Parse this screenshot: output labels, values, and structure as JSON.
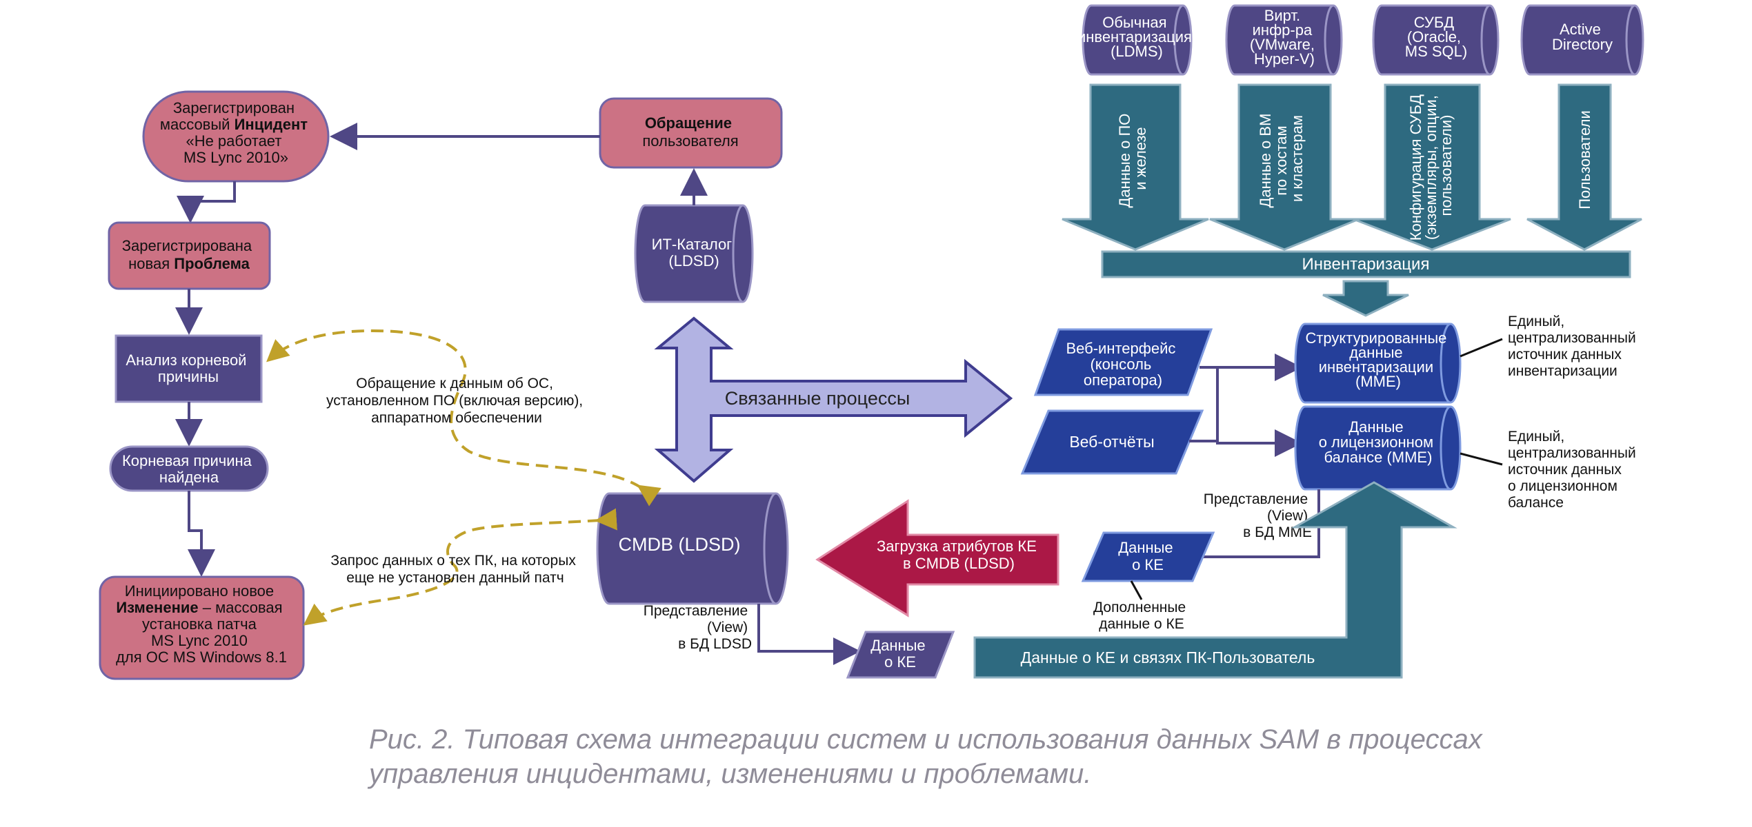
{
  "nodes": {
    "incident": [
      "Зарегистрирован",
      "массовый ",
      "Инцидент",
      "«Не работает",
      "MS Lync 2010»"
    ],
    "problem": [
      "Зарегистрирована",
      "новая ",
      "Проблема"
    ],
    "root_analysis": [
      "Анализ корневой",
      "причины"
    ],
    "root_found": [
      "Корневая причина",
      "найдена"
    ],
    "change": [
      "Инициировано новое",
      "Изменение",
      " – массовая",
      "установка патча",
      "MS Lync 2010",
      "для ОС MS Windows 8.1"
    ],
    "user_request": [
      "Обращение",
      "пользователя"
    ],
    "it_catalog": [
      "ИТ-Каталог",
      "(LDSD)"
    ],
    "cmdb": "CMDB (LDSD)",
    "related": "Связанные процессы",
    "web_ui": [
      "Веб-интерфейс",
      "(консоль",
      "оператора)"
    ],
    "web_reports": "Веб-отчёты",
    "struct_inv": [
      "Структурированные",
      "данные",
      "инвентаризации",
      "(MME)"
    ],
    "license": [
      "Данные",
      "о лицензионном",
      "балансе (MME)"
    ],
    "ke_load": [
      "Загрузка атрибутов КЕ",
      "в CMDB (LDSD)"
    ],
    "ke_right": [
      "Данные",
      "о КЕ"
    ],
    "ke_left": [
      "Данные",
      "о КЕ"
    ],
    "inventory_bar": "Инвентаризация",
    "ke_links_bar": "Данные о КЕ и связях ПК-Пользователь"
  },
  "sources": [
    {
      "lines": [
        "Обычная",
        "инвентаризация",
        "(LDMS)"
      ]
    },
    {
      "lines": [
        "Вирт.",
        "инфр-ра",
        "(VMware,",
        "Hyper-V)"
      ]
    },
    {
      "lines": [
        "СУБД",
        "(Oracle,",
        "MS SQL)"
      ]
    },
    {
      "lines": [
        "Active",
        "Directory"
      ]
    }
  ],
  "flows": [
    {
      "lines": [
        "Данные о ПО",
        "и железе"
      ]
    },
    {
      "lines": [
        "Данные о ВМ",
        "по хостам",
        "и кластерам"
      ]
    },
    {
      "lines": [
        "Конфигурация СУБД",
        "(экземпляры, опции,",
        "пользователи)"
      ]
    },
    {
      "lines": [
        "Пользователи"
      ]
    }
  ],
  "notes": {
    "os_request": [
      "Обращение к данным об ОС,",
      "установленном ПО (включая версию),",
      "аппаратном обеспечении"
    ],
    "patch_request": [
      "Запрос данных о тех ПК, на которых",
      "еще не установлен данный патч"
    ],
    "view_ldsd": [
      "Представление",
      "(View)",
      "в БД LDSD"
    ],
    "view_mme": [
      "Представление",
      "(View)",
      "в БД MME"
    ],
    "supplemented": [
      "Дополненные",
      "данные о КЕ"
    ],
    "single_source_inv": [
      "Единый,",
      "централизованный",
      "источник данных",
      "инвентаризации"
    ],
    "single_source_lic": [
      "Единый,",
      "централизованный",
      "источник данных",
      "о лицензионном",
      "балансе"
    ]
  },
  "caption": [
    "Рис. 2. Типовая схема интеграции систем и использования данных SAM в процессах",
    "управления инцидентами, изменениями и проблемами."
  ],
  "colors": {
    "pink": "#cc7284",
    "purple": "#4f4785",
    "blue": "#253f9a",
    "teal": "#2e6a80",
    "lavender": "#b2b3e3",
    "crimson": "#ab1846",
    "dash": "#c0a12a",
    "caption": "#8f8c98"
  }
}
